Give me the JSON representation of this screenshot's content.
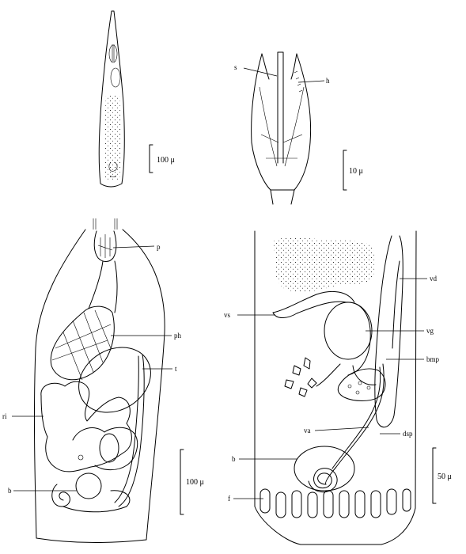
{
  "figures": {
    "whole_animal": {
      "scale_label": "100 μ"
    },
    "stylet": {
      "scale_label": "10 μ",
      "labels": {
        "s": "s",
        "h": "h"
      }
    },
    "body_section": {
      "scale_label": "100 μ",
      "labels": {
        "p": "p",
        "ph": "ph",
        "t": "t",
        "ri": "ri",
        "b": "b"
      }
    },
    "reproductive": {
      "scale_label": "50 μ",
      "labels": {
        "vd": "vd",
        "vs": "vs",
        "vg": "vg",
        "bmp": "bmp",
        "va": "va",
        "dsp": "dsp",
        "b": "b",
        "f": "f"
      }
    }
  }
}
